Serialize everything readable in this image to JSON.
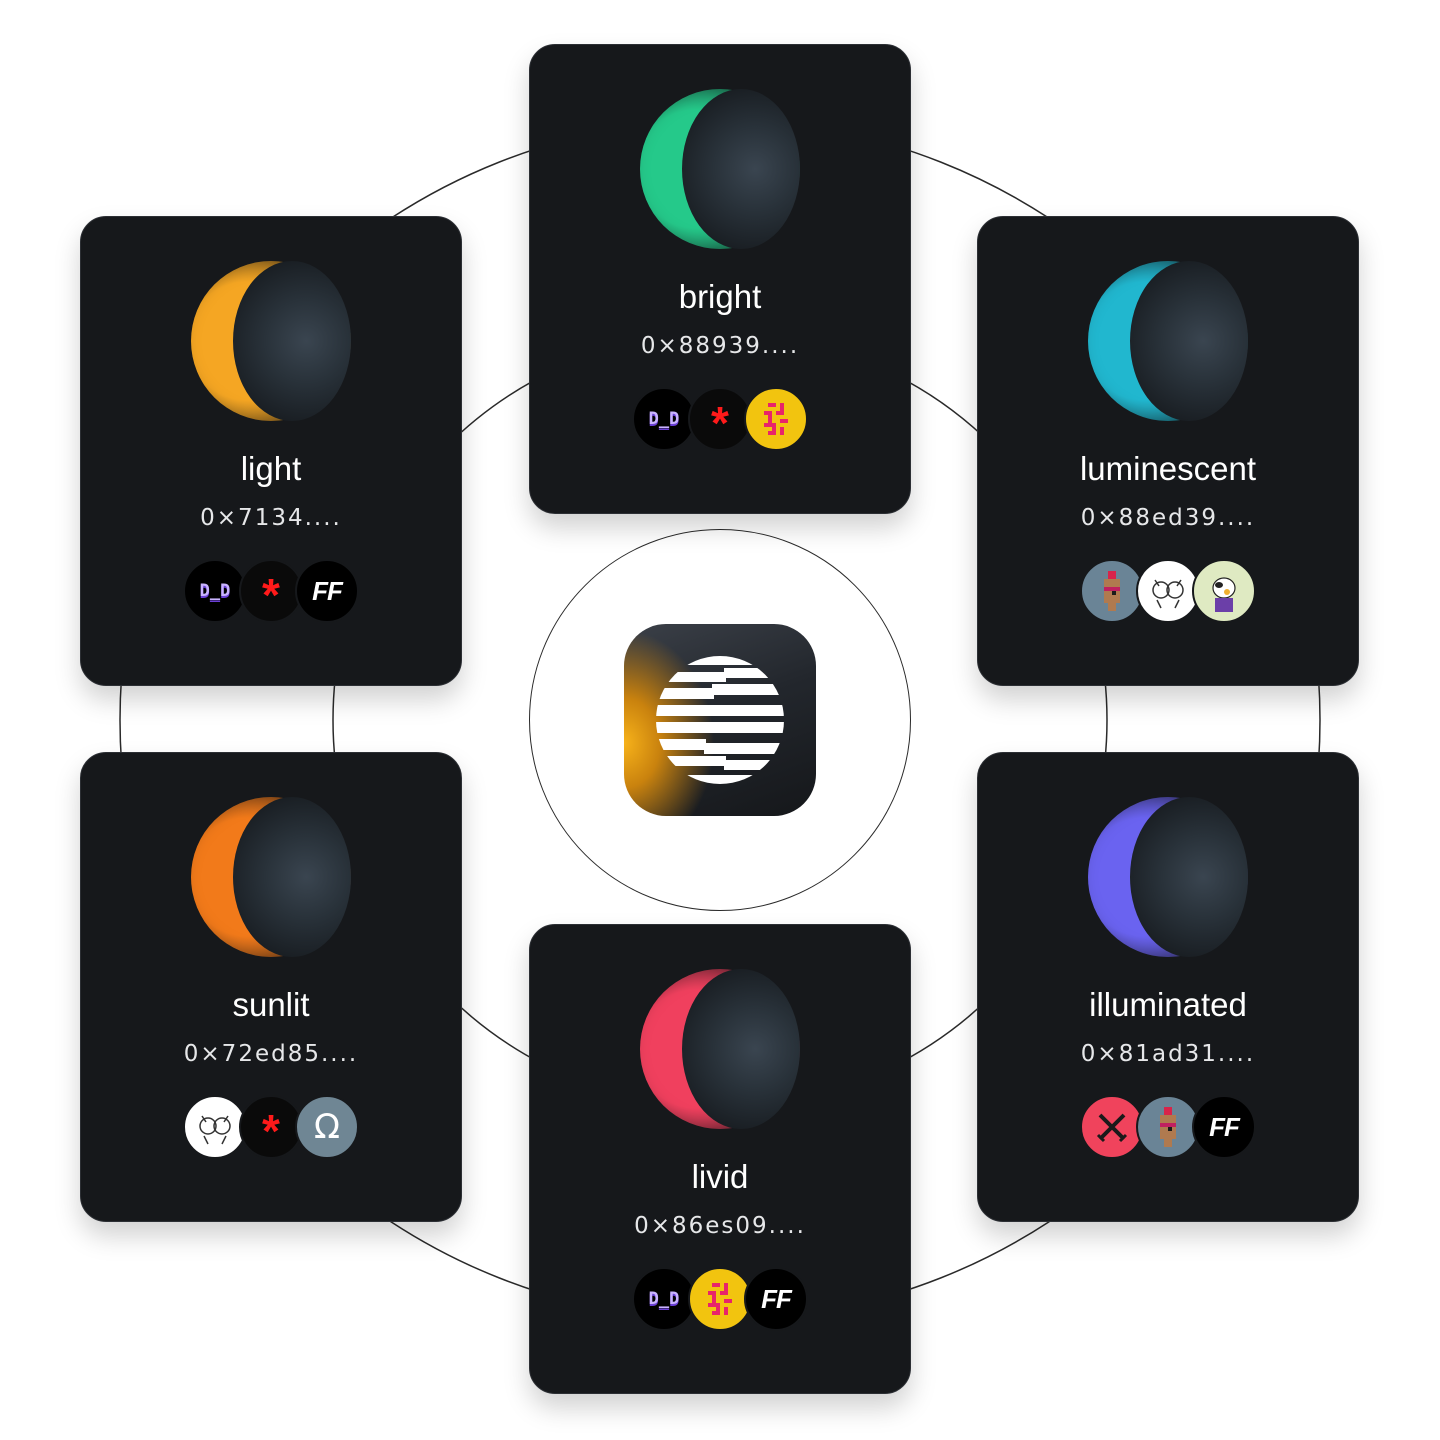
{
  "cards": [
    {
      "name": "light",
      "address": "0×7134....",
      "planet": "amber-crescent-planet-icon",
      "glow": "#f5a623",
      "badges": [
        "dd",
        "star",
        "ff"
      ]
    },
    {
      "name": "bright",
      "address": "0×88939....",
      "planet": "green-crescent-planet-icon",
      "glow": "#25c98a",
      "badges": [
        "dd",
        "star",
        "yellow"
      ]
    },
    {
      "name": "luminescent",
      "address": "0×88ed39....",
      "planet": "teal-crescent-planet-icon",
      "glow": "#21b7cf",
      "badges": [
        "punk",
        "sketch",
        "cow"
      ]
    },
    {
      "name": "sunlit",
      "address": "0×72ed85....",
      "planet": "orange-crescent-planet-icon",
      "glow": "#f27a1a",
      "badges": [
        "sketch",
        "star",
        "omega"
      ]
    },
    {
      "name": "livid",
      "address": "0×86es09....",
      "planet": "red-crescent-planet-icon",
      "glow": "#f0405e",
      "badges": [
        "dd",
        "yellow",
        "ff"
      ]
    },
    {
      "name": "illuminated",
      "address": "0×81ad31....",
      "planet": "violet-crescent-planet-icon",
      "glow": "#6a63f0",
      "badges": [
        "cross",
        "punk",
        "ff"
      ]
    }
  ],
  "badge_text": {
    "dd": "D_D",
    "star": "*",
    "ff": "FF",
    "omega": "Ω"
  },
  "center_logo": {
    "icon": "striped-planet-app-icon",
    "accent": "#f7b21a"
  }
}
